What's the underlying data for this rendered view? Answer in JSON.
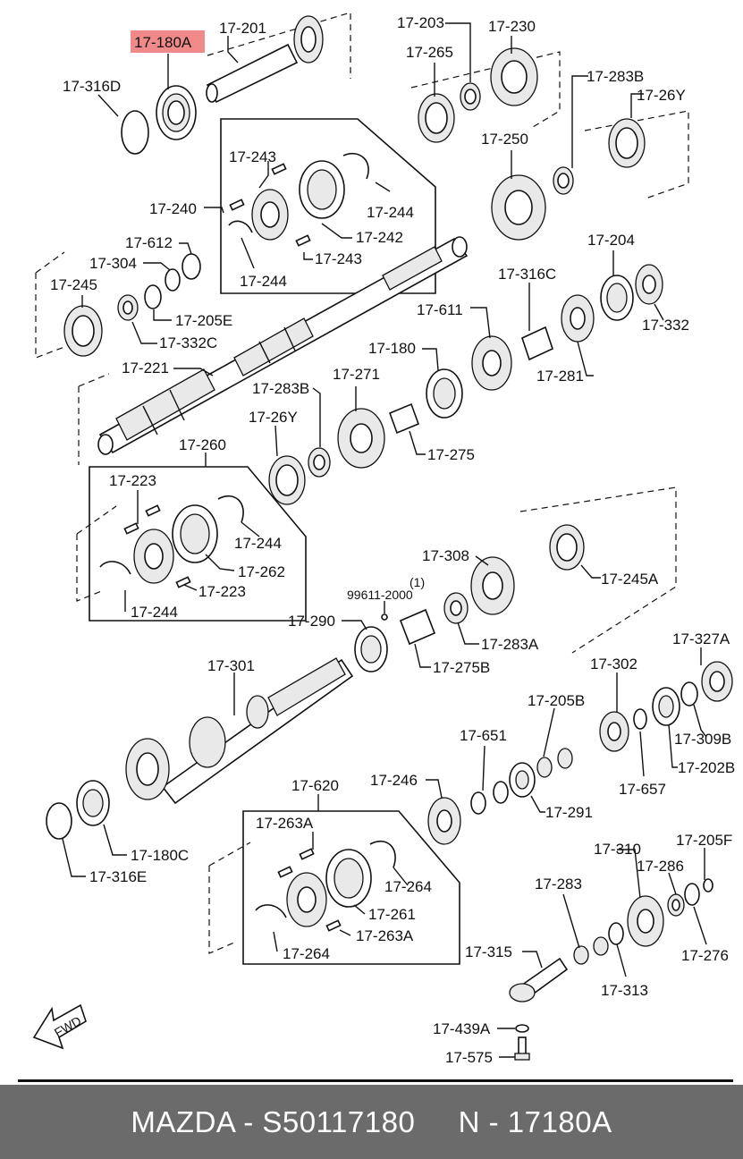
{
  "highlight": {
    "label": "17-180A",
    "color": "#f08a8a"
  },
  "callouts": [
    {
      "text": "17-316D"
    },
    {
      "text": "17-201"
    },
    {
      "text": "17-203"
    },
    {
      "text": "17-230"
    },
    {
      "text": "17-265"
    },
    {
      "text": "17-283B"
    },
    {
      "text": "17-26Y"
    },
    {
      "text": "17-243"
    },
    {
      "text": "17-240"
    },
    {
      "text": "17-244"
    },
    {
      "text": "17-242"
    },
    {
      "text": "17-243"
    },
    {
      "text": "17-244"
    },
    {
      "text": "17-250"
    },
    {
      "text": "17-612"
    },
    {
      "text": "17-304"
    },
    {
      "text": "17-245"
    },
    {
      "text": "17-205E"
    },
    {
      "text": "17-332C"
    },
    {
      "text": "17-204"
    },
    {
      "text": "17-316C"
    },
    {
      "text": "17-332"
    },
    {
      "text": "17-611"
    },
    {
      "text": "17-221"
    },
    {
      "text": "17-180"
    },
    {
      "text": "17-281"
    },
    {
      "text": "17-283B"
    },
    {
      "text": "17-271"
    },
    {
      "text": "17-26Y"
    },
    {
      "text": "17-275"
    },
    {
      "text": "17-260"
    },
    {
      "text": "17-223"
    },
    {
      "text": "17-244"
    },
    {
      "text": "17-262"
    },
    {
      "text": "17-223"
    },
    {
      "text": "17-244"
    },
    {
      "text": "17-308"
    },
    {
      "text": "(1)"
    },
    {
      "text": "99611-2000"
    },
    {
      "text": "17-245A"
    },
    {
      "text": "17-290"
    },
    {
      "text": "17-283A"
    },
    {
      "text": "17-275B"
    },
    {
      "text": "17-327A"
    },
    {
      "text": "17-301"
    },
    {
      "text": "17-302"
    },
    {
      "text": "17-205B"
    },
    {
      "text": "17-651"
    },
    {
      "text": "17-309B"
    },
    {
      "text": "17-202B"
    },
    {
      "text": "17-657"
    },
    {
      "text": "17-246"
    },
    {
      "text": "17-620"
    },
    {
      "text": "17-291"
    },
    {
      "text": "17-180C"
    },
    {
      "text": "17-316E"
    },
    {
      "text": "17-263A"
    },
    {
      "text": "17-264"
    },
    {
      "text": "17-261"
    },
    {
      "text": "17-263A"
    },
    {
      "text": "17-264"
    },
    {
      "text": "17-310"
    },
    {
      "text": "17-205F"
    },
    {
      "text": "17-286"
    },
    {
      "text": "17-283"
    },
    {
      "text": "17-276"
    },
    {
      "text": "17-315"
    },
    {
      "text": "17-313"
    },
    {
      "text": "17-439A"
    },
    {
      "text": "17-575"
    }
  ],
  "fwd_label": "FWD",
  "footer": {
    "text": "MAZDA - S50117180     N - 17180A",
    "background": "#6b6b6b"
  }
}
